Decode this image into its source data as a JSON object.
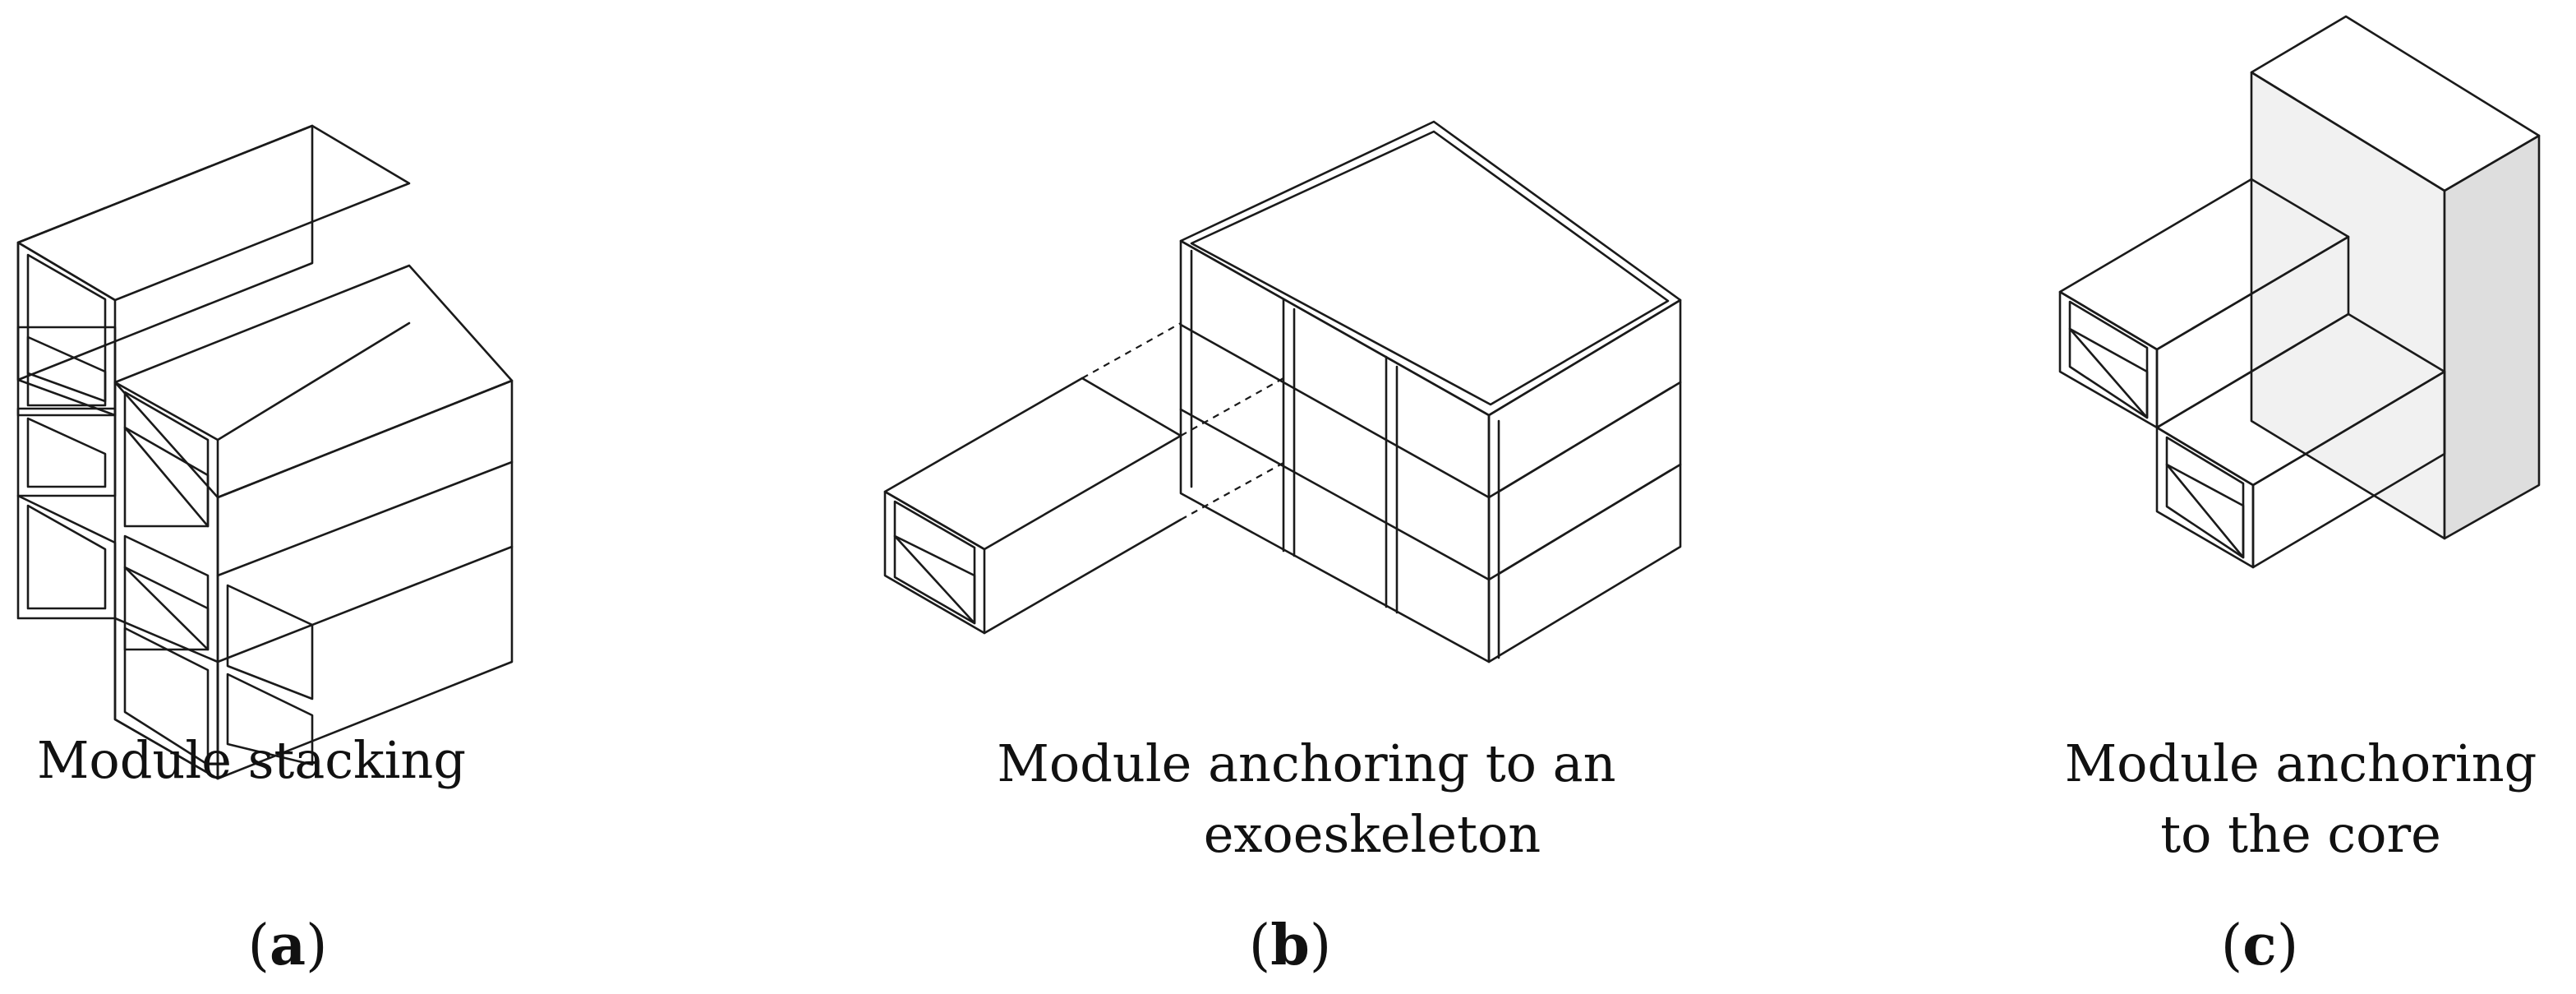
{
  "panels": [
    {
      "id": "a",
      "caption_lines": [
        "Module stacking"
      ],
      "label": "a"
    },
    {
      "id": "b",
      "caption_lines": [
        "Module anchoring to an",
        "exoeskeleton"
      ],
      "label": "b"
    },
    {
      "id": "c",
      "caption_lines": [
        "Module anchoring",
        "to the core"
      ],
      "label": "c"
    }
  ],
  "colors": {
    "core_front": "#f1f1f1",
    "core_side": "#dedede",
    "stroke": "#1a1a1a"
  }
}
